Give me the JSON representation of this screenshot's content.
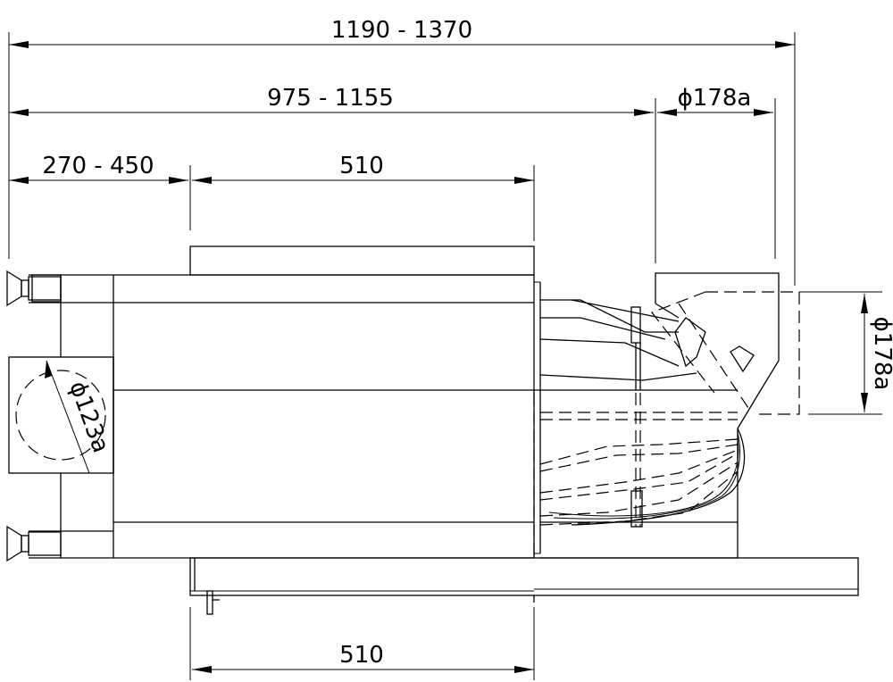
{
  "dimensions": {
    "overall_length": "1190 - 1370",
    "body_length": "975 - 1155",
    "inlet_left": "270 - 450",
    "top_frame": "510",
    "bottom_frame": "510",
    "outlet_diameter_h": "ϕ178a",
    "outlet_diameter_v": "ϕ178a",
    "port_diameter": "ϕ123a"
  }
}
